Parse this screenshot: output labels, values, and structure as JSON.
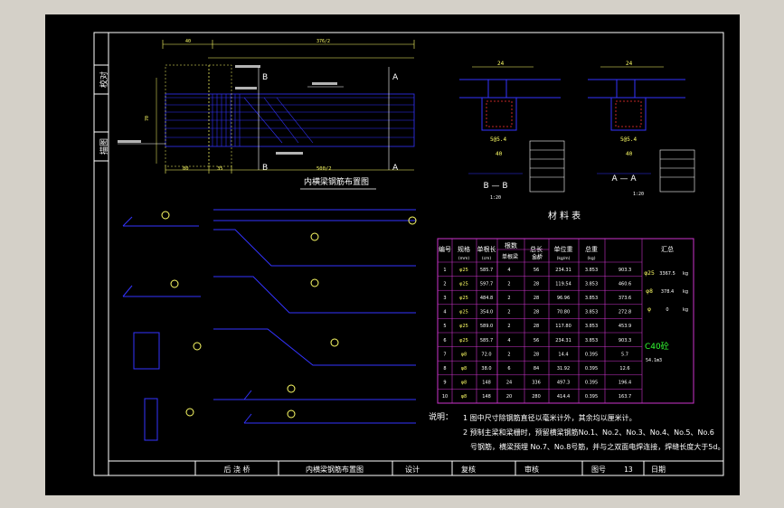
{
  "drawing": {
    "side_labels": [
      "校对",
      "描图"
    ],
    "main_title": "内横梁钢筋布置图",
    "section_b_title": "B — B",
    "section_a_title": "A — A",
    "section_scale": "1:20",
    "section_labels": [
      "B",
      "B",
      "A",
      "A"
    ],
    "elev_dims": {
      "top_left": "40",
      "top_mid": "376/2",
      "bottom_left": "80",
      "bottom_mid": "35",
      "bottom_right": "500/2",
      "height": "70"
    },
    "section_dims": {
      "b_top": "24",
      "a_top": "24",
      "bottom": "40",
      "stirrup_b": "5@5.4",
      "stirrup_a": "5@5.4"
    }
  },
  "table": {
    "title": "材  料  表",
    "headers": [
      "编号",
      "规格",
      "单根长",
      "根数",
      "总长",
      "单位重",
      "总重",
      "汇总"
    ],
    "units": [
      "",
      "(mm)",
      "(cm)",
      "",
      "(m)",
      "(kg/m)",
      "(kg)",
      ""
    ],
    "sub_headers": [
      "单根梁",
      "全桥"
    ],
    "rows": [
      {
        "no": "1",
        "spec": "φ25",
        "len": "585.7",
        "n1": "4",
        "n2": "56",
        "total": "234.31",
        "unit": "3.853",
        "wt": "903.3"
      },
      {
        "no": "2",
        "spec": "φ25",
        "len": "597.7",
        "n1": "2",
        "n2": "28",
        "total": "119.54",
        "unit": "3.853",
        "wt": "460.6"
      },
      {
        "no": "3",
        "spec": "φ25",
        "len": "484.8",
        "n1": "2",
        "n2": "28",
        "total": "96.96",
        "unit": "3.853",
        "wt": "373.6"
      },
      {
        "no": "4",
        "spec": "φ25",
        "len": "354.0",
        "n1": "2",
        "n2": "28",
        "total": "70.80",
        "unit": "3.853",
        "wt": "272.8"
      },
      {
        "no": "5",
        "spec": "φ25",
        "len": "589.0",
        "n1": "2",
        "n2": "28",
        "total": "117.80",
        "unit": "3.853",
        "wt": "453.9"
      },
      {
        "no": "6",
        "spec": "φ25",
        "len": "585.7",
        "n1": "4",
        "n2": "56",
        "total": "234.31",
        "unit": "3.853",
        "wt": "903.3"
      },
      {
        "no": "7",
        "spec": "φ8",
        "len": "72.0",
        "n1": "2",
        "n2": "28",
        "total": "14.4",
        "unit": "0.395",
        "wt": "5.7"
      },
      {
        "no": "8",
        "spec": "φ8",
        "len": "38.0",
        "n1": "6",
        "n2": "84",
        "total": "31.92",
        "unit": "0.395",
        "wt": "12.6"
      },
      {
        "no": "9",
        "spec": "φ8",
        "len": "148",
        "n1": "24",
        "n2": "336",
        "total": "497.3",
        "unit": "0.395",
        "wt": "196.4"
      },
      {
        "no": "10",
        "spec": "φ8",
        "len": "148",
        "n1": "20",
        "n2": "280",
        "total": "414.4",
        "unit": "0.395",
        "wt": "163.7"
      }
    ],
    "summary": [
      {
        "spec": "φ25",
        "val": "3367.5",
        "unit": "kg"
      },
      {
        "spec": "φ8",
        "val": "378.4",
        "unit": "kg"
      },
      {
        "spec": "φ",
        "val": "0",
        "unit": "kg"
      }
    ],
    "concrete": "C40砼",
    "concrete_vol": "54.1m3"
  },
  "notes": {
    "label": "说明：",
    "items": [
      "1 图中尺寸除钢筋直径以毫米计外，其余均以厘米计。",
      "2 预制主梁和梁栅时，预留横梁钢筋No.1、No.2、No.3、No.4、No.5、No.6",
      "号钢筋，横梁预埋 No.7、No.8号筋，并与之双面电焊连接，焊缝长度大于5d。"
    ]
  },
  "title_block": {
    "unit": "后 浇 桥",
    "drawing": "内横梁钢筋布置图",
    "design": "设计",
    "review": "复核",
    "audit": "审核",
    "drawing_no_label": "图号",
    "drawing_no": "13",
    "date_label": "日期"
  },
  "colors": {
    "bg": "#000000",
    "frame": "#ffffff",
    "rebar": "#3333ff",
    "dim": "#ffff66",
    "table": "#cc33cc",
    "text": "#ffffff",
    "green": "#33ff33"
  }
}
